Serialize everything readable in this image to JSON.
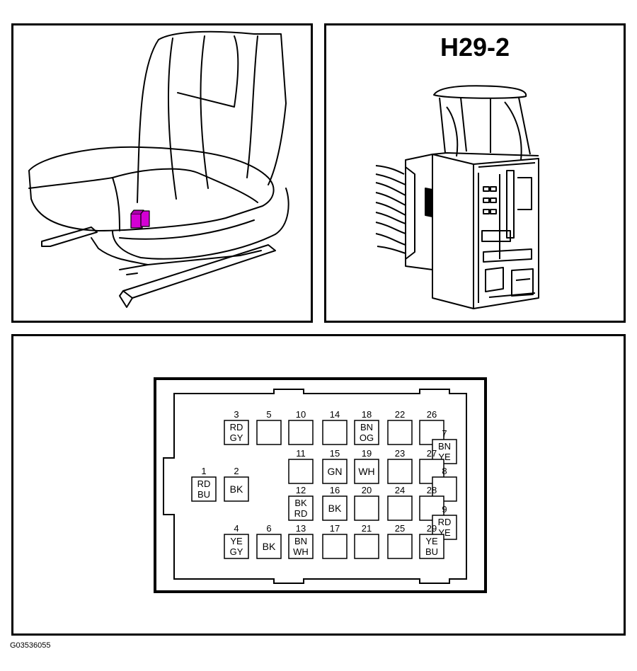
{
  "connector": {
    "title": "H29-2"
  },
  "figure": {
    "id": "G03536055"
  },
  "colors": {
    "highlight": "#d400d4",
    "line": "#000000",
    "background": "#ffffff"
  },
  "pins": [
    {
      "num": "3",
      "codes": [
        "RD",
        "GY"
      ]
    },
    {
      "num": "5",
      "codes": []
    },
    {
      "num": "10",
      "codes": []
    },
    {
      "num": "14",
      "codes": []
    },
    {
      "num": "18",
      "codes": [
        "BN",
        "OG"
      ]
    },
    {
      "num": "22",
      "codes": []
    },
    {
      "num": "26",
      "codes": []
    },
    {
      "num": "7",
      "codes": [
        "BN",
        "YE"
      ]
    },
    {
      "num": "11",
      "codes": []
    },
    {
      "num": "15",
      "codes": [
        "GN"
      ]
    },
    {
      "num": "19",
      "codes": [
        "WH"
      ]
    },
    {
      "num": "23",
      "codes": []
    },
    {
      "num": "27",
      "codes": []
    },
    {
      "num": "1",
      "codes": [
        "RD",
        "BU"
      ]
    },
    {
      "num": "2",
      "codes": [
        "BK"
      ]
    },
    {
      "num": "8",
      "codes": []
    },
    {
      "num": "12",
      "codes": [
        "BK",
        "RD"
      ]
    },
    {
      "num": "16",
      "codes": [
        "BK"
      ]
    },
    {
      "num": "20",
      "codes": []
    },
    {
      "num": "24",
      "codes": []
    },
    {
      "num": "28",
      "codes": []
    },
    {
      "num": "9",
      "codes": [
        "RD",
        "YE"
      ]
    },
    {
      "num": "4",
      "codes": [
        "YE",
        "GY"
      ]
    },
    {
      "num": "6",
      "codes": [
        "BK"
      ]
    },
    {
      "num": "13",
      "codes": [
        "BN",
        "WH"
      ]
    },
    {
      "num": "17",
      "codes": []
    },
    {
      "num": "21",
      "codes": []
    },
    {
      "num": "25",
      "codes": []
    },
    {
      "num": "29",
      "codes": [
        "YE",
        "BU"
      ]
    }
  ]
}
